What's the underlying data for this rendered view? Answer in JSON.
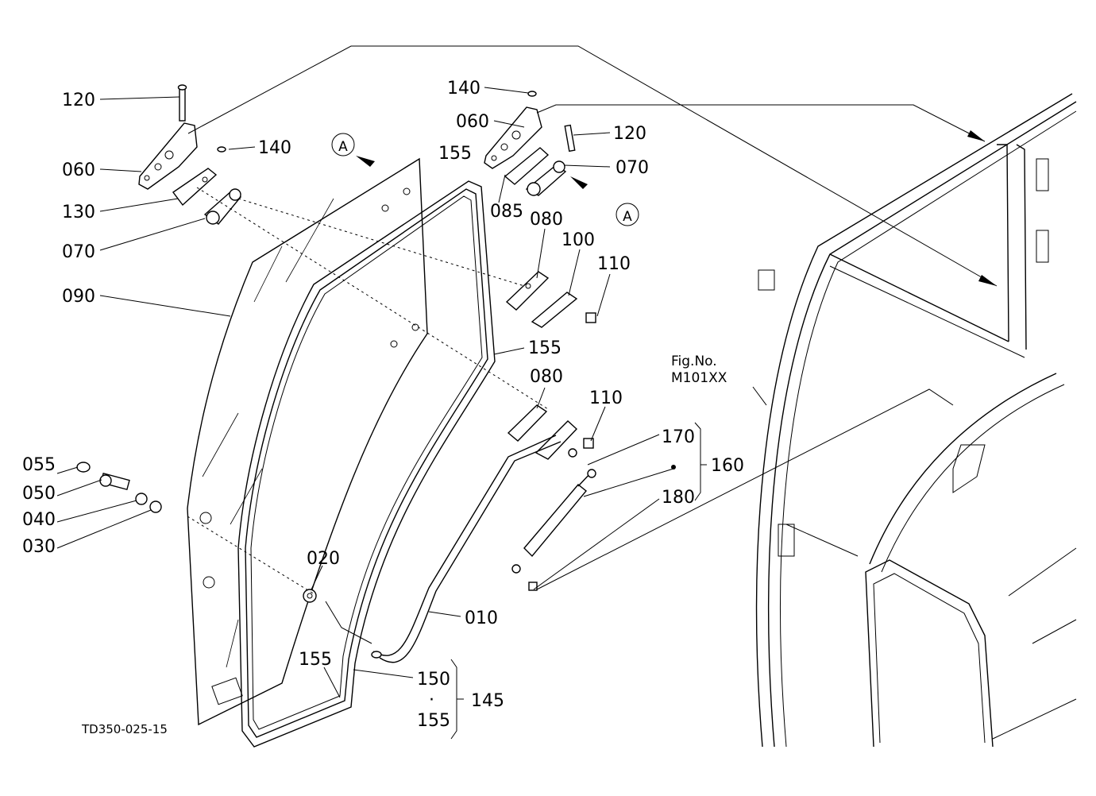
{
  "diagram": {
    "code": "TD350-025-15",
    "figure_ref": {
      "line1": "Fig.No.",
      "line2": "M101XX"
    },
    "callout_a": "A",
    "labels": {
      "p120_l": "120",
      "p060_l": "060",
      "p140_l": "140",
      "p130": "130",
      "p070_l": "070",
      "p090": "090",
      "p155_top": "155",
      "p140_r": "140",
      "p060_r": "060",
      "p120_r": "120",
      "p070_r": "070",
      "p085": "085",
      "p080_top": "080",
      "p100": "100",
      "p110_top": "110",
      "p155_mid": "155",
      "p080_bot": "080",
      "p110_bot": "110",
      "p170": "170",
      "p160": "160",
      "p180": "180",
      "p055": "055",
      "p050": "050",
      "p040": "040",
      "p030": "030",
      "p020": "020",
      "p010": "010",
      "p155_low": "155",
      "p150": "150",
      "p145": "145",
      "p155_bot": "155",
      "dot": "·"
    }
  }
}
